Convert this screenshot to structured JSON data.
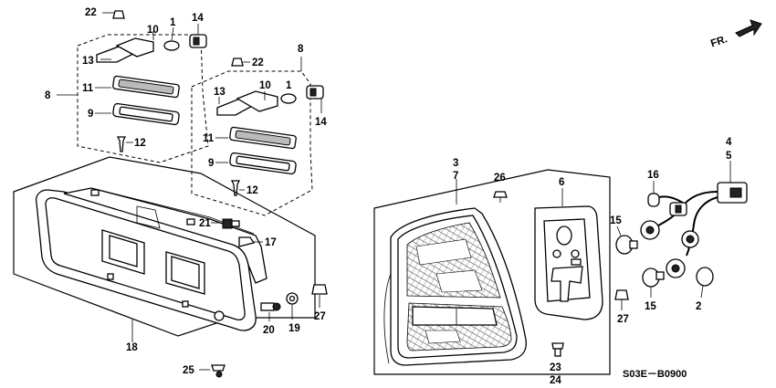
{
  "diagram": {
    "callouts": {
      "c22a": "22",
      "c1a": "1",
      "c10a": "10",
      "c14a": "14",
      "c13a": "13",
      "c8a": "8",
      "c11a": "11",
      "c9a": "9",
      "c12a": "12",
      "c8b": "8",
      "c22b": "22",
      "c13b": "13",
      "c10b": "10",
      "c1b": "1",
      "c14b": "14",
      "c11b": "11",
      "c9b": "9",
      "c12b": "12",
      "c21": "21",
      "c17": "17",
      "c18": "18",
      "c20": "20",
      "c19": "19",
      "c27a": "27",
      "c25": "25",
      "c3": "3",
      "c7": "7",
      "c26": "26",
      "c6": "6",
      "c23": "23",
      "c24": "24",
      "c27b": "27",
      "c16": "16",
      "c4": "4",
      "c5": "5",
      "c15a": "15",
      "c15b": "15",
      "c2": "2"
    },
    "direction_label": "FR.",
    "diagram_code": "S03E－B0900"
  }
}
